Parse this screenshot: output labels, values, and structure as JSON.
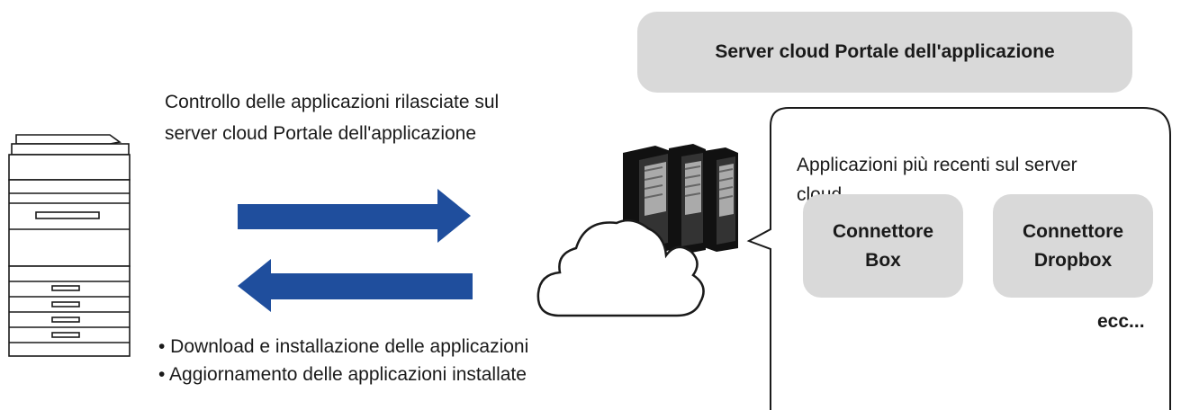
{
  "server_box": {
    "title": "Server cloud Portale dell'applicazione"
  },
  "intro_text": {
    "line1": "Controllo delle applicazioni rilasciate sul",
    "line2": "server cloud Portale dell'applicazione"
  },
  "bubble": {
    "heading_line1": "Applicazioni più recenti sul server",
    "heading_line2": "cloud",
    "apps": [
      {
        "line1": "Connettore",
        "line2": "Box"
      },
      {
        "line1": "Connettore",
        "line2": "Dropbox"
      }
    ],
    "etc": "ecc..."
  },
  "bullets": [
    "• Download e installazione delle applicazioni",
    "• Aggiornamento delle applicazioni installate"
  ],
  "colors": {
    "arrow": "#1f4e9d",
    "box": "#d9d9d9",
    "line": "#1a1a1a"
  }
}
